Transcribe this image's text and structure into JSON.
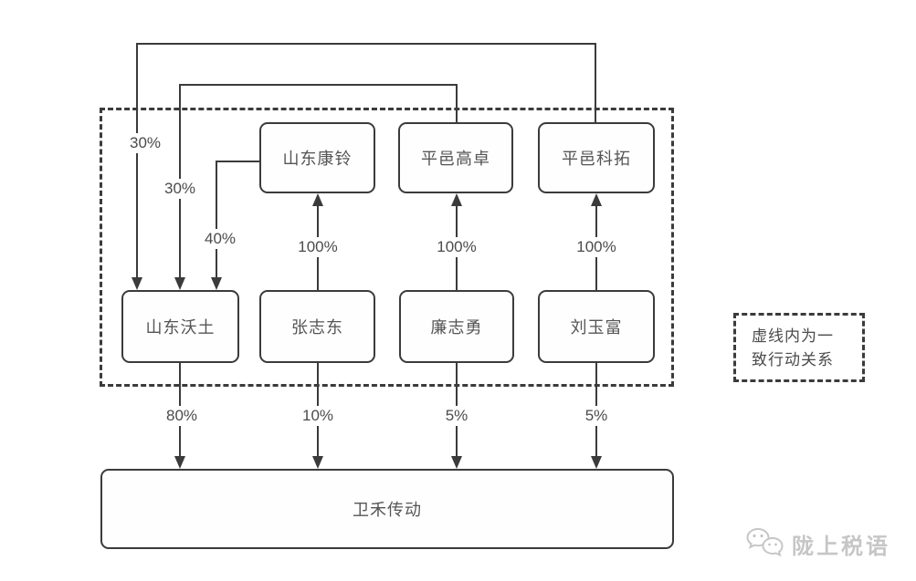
{
  "diagram": {
    "entities": {
      "top": [
        {
          "label": "山东康铃"
        },
        {
          "label": "平邑高卓"
        },
        {
          "label": "平邑科拓"
        }
      ],
      "middle": [
        {
          "label": "山东沃土"
        },
        {
          "label": "张志东"
        },
        {
          "label": "廉志勇"
        },
        {
          "label": "刘玉富"
        }
      ],
      "bottom": {
        "label": "卫禾传动"
      }
    },
    "edges": [
      {
        "from": "平邑科拓",
        "to": "山东沃土",
        "label": "30%"
      },
      {
        "from": "平邑高卓",
        "to": "山东沃土",
        "label": "30%"
      },
      {
        "from": "山东康铃",
        "to": "山东沃土",
        "label": "40%"
      },
      {
        "from": "张志东",
        "to": "山东康铃",
        "label": "100%"
      },
      {
        "from": "廉志勇",
        "to": "平邑高卓",
        "label": "100%"
      },
      {
        "from": "刘玉富",
        "to": "平邑科拓",
        "label": "100%"
      },
      {
        "from": "山东沃土",
        "to": "卫禾传动",
        "label": "80%"
      },
      {
        "from": "张志东",
        "to": "卫禾传动",
        "label": "10%"
      },
      {
        "from": "廉志勇",
        "to": "卫禾传动",
        "label": "5%"
      },
      {
        "from": "刘玉富",
        "to": "卫禾传动",
        "label": "5%"
      }
    ],
    "note": {
      "full_text": "虚线内为一致行动关系",
      "lines": [
        "虚线内为一",
        "致行动关系"
      ]
    },
    "watermark": {
      "text": "陇上税语",
      "icon": "wechat-logo"
    },
    "colors": {
      "line": "#3b3b3b",
      "text": "#555555",
      "watermark": "#c6c6c6",
      "background": "#ffffff"
    }
  }
}
